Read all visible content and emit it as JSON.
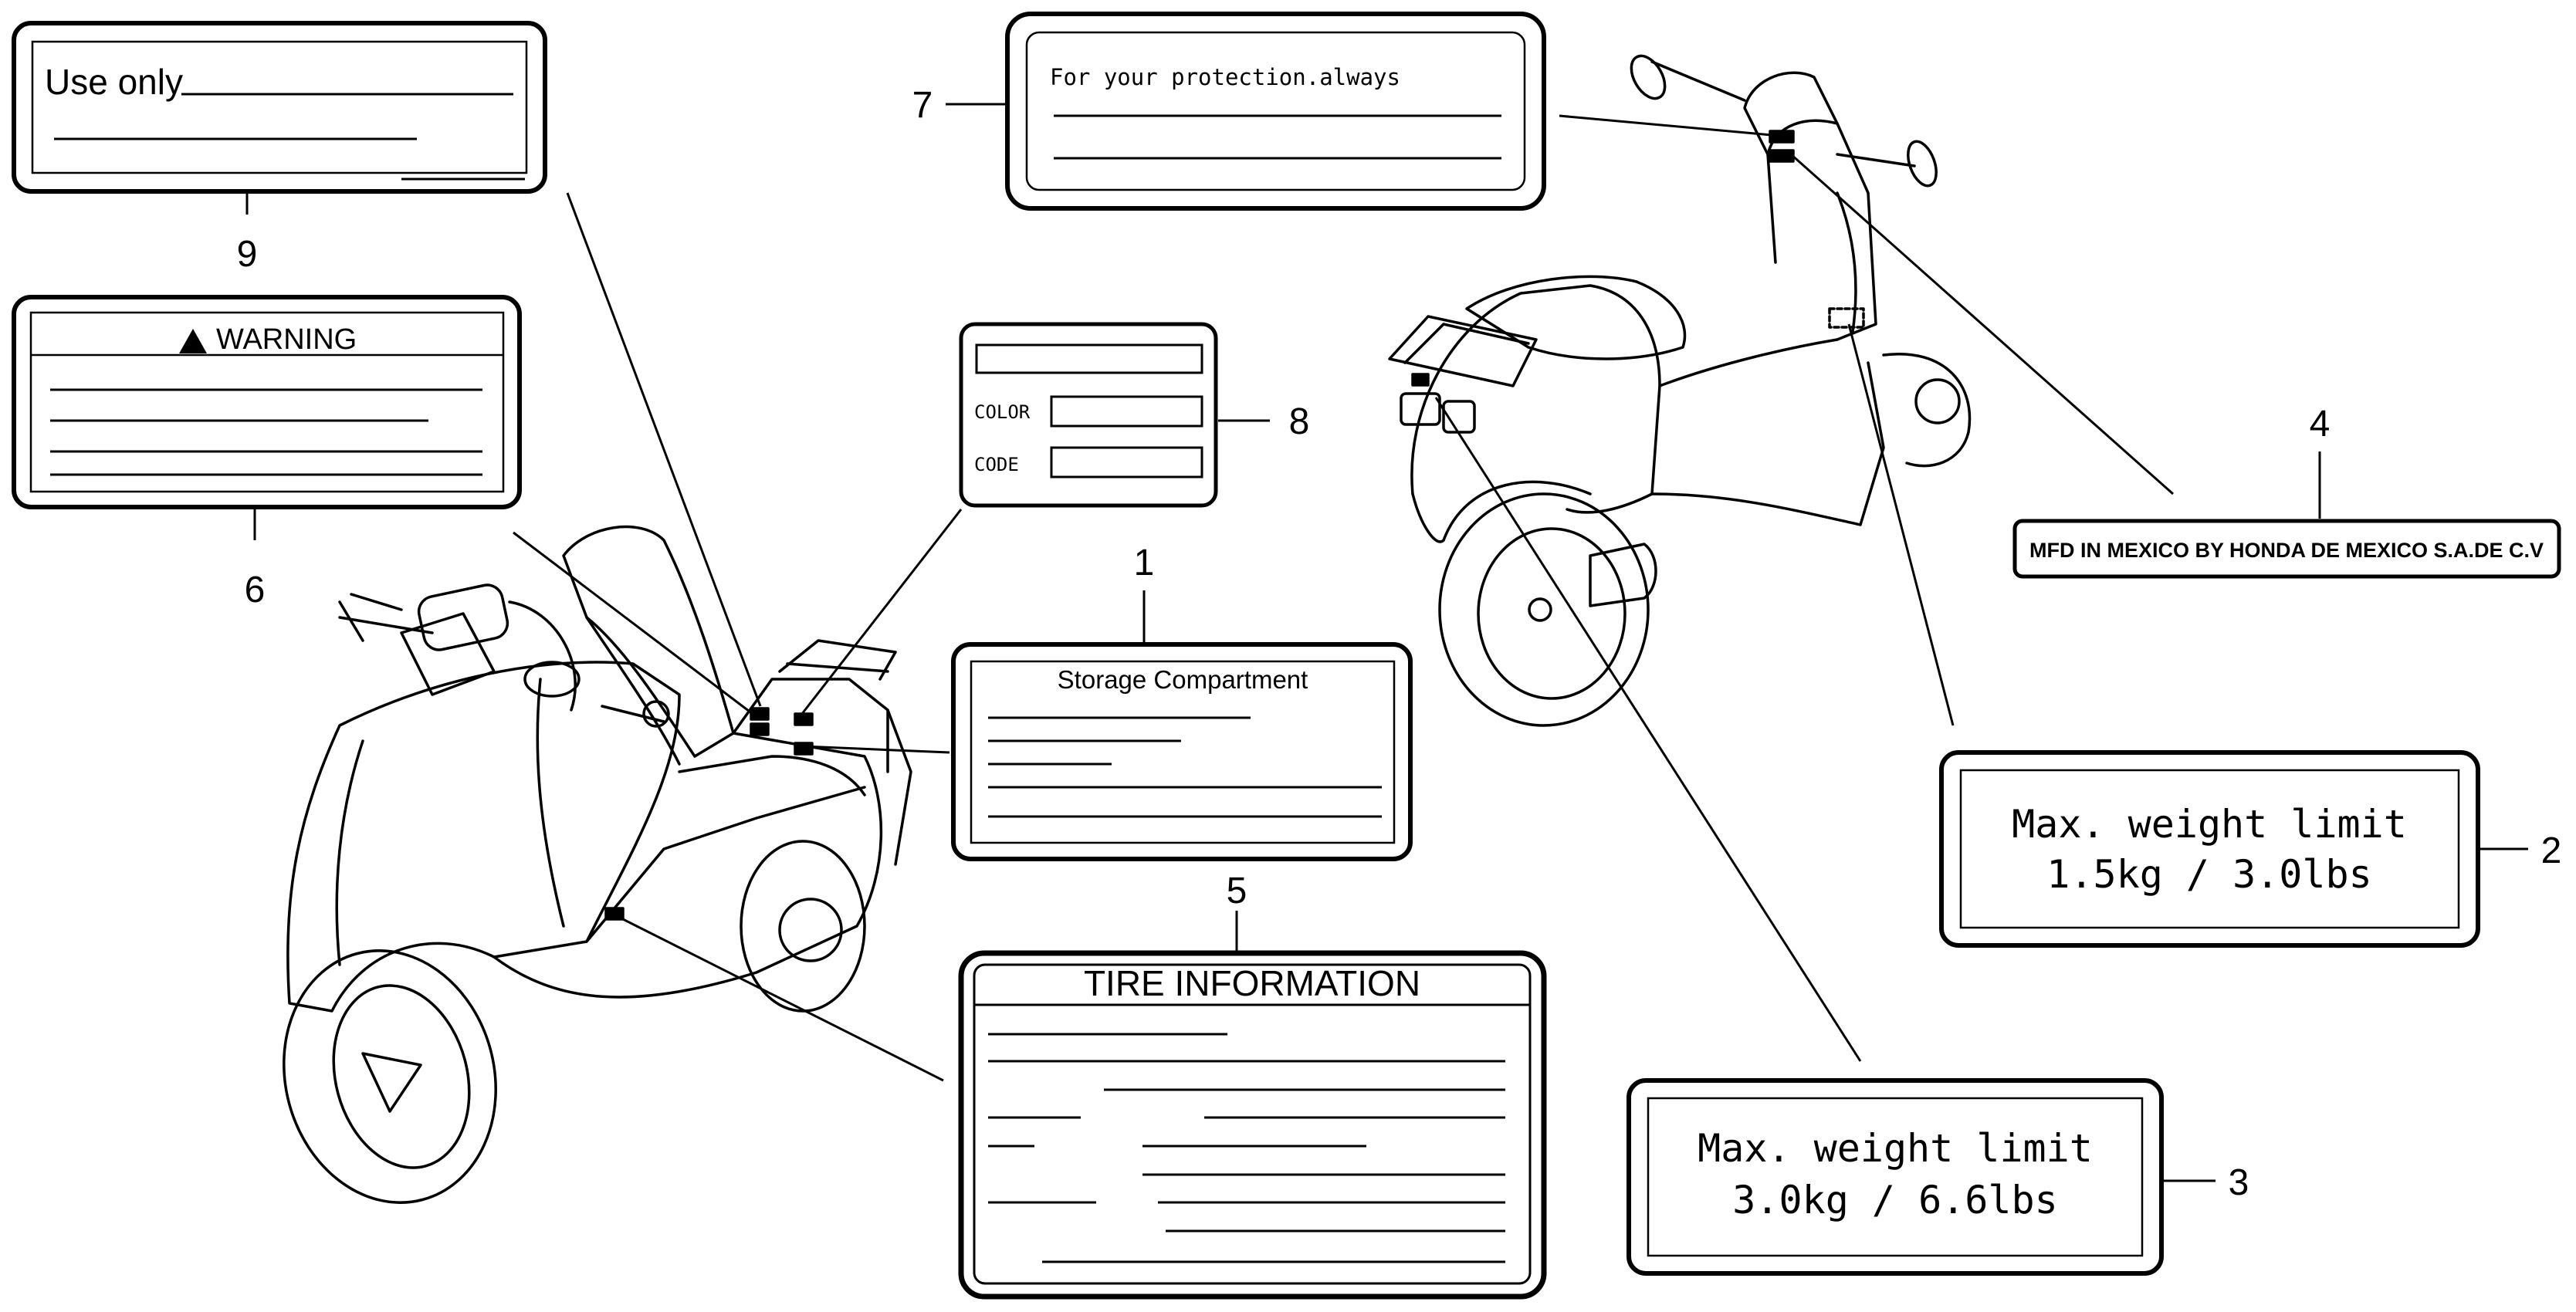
{
  "callouts": [
    "1",
    "2",
    "3",
    "4",
    "5",
    "6",
    "7",
    "8",
    "9"
  ],
  "labels": {
    "use_only": "Use only",
    "warning": "WARNING",
    "protection": "For your protection.always",
    "color": "COLOR",
    "code": "CODE",
    "storage": "Storage Compartment",
    "tire": "TIRE INFORMATION",
    "mfd": "MFD IN MEXICO BY HONDA DE MEXICO S.A.DE C.V",
    "weight2_line1": "Max. weight limit",
    "weight2_line2": "1.5kg / 3.0lbs",
    "weight3_line1": "Max. weight limit",
    "weight3_line2": "3.0kg / 6.6lbs"
  }
}
